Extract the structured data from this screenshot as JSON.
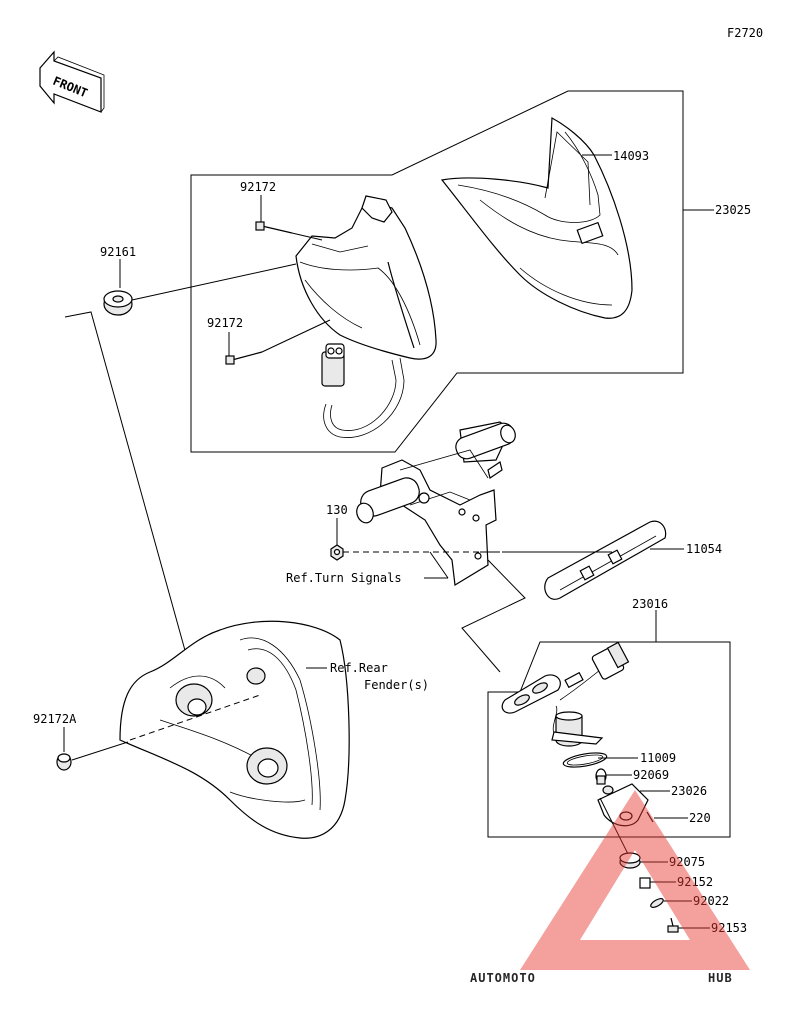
{
  "figure_code": "F2720",
  "front_label": "FRONT",
  "callouts": {
    "p14093": "14093",
    "p23025": "23025",
    "p92172_top": "92172",
    "p92172_mid": "92172",
    "p92161": "92161",
    "p130": "130",
    "p11054": "11054",
    "ref_turn_signals": "Ref.Turn Signals",
    "p23016": "23016",
    "ref_rear_line1": "Ref.Rear",
    "ref_rear_line2": "Fender(s)",
    "p92172A": "92172A",
    "p11009": "11009",
    "p92069": "92069",
    "p23026": "23026",
    "p220": "220",
    "p92075": "92075",
    "p92152": "92152",
    "p92022": "92022",
    "p92153": "92153"
  },
  "watermark": {
    "part1": "AUTOMOTO",
    "part2": "HUB",
    "colors": {
      "triangle": "#e8332a",
      "auto": "#f2b56b",
      "hub": "#6f6f6f"
    }
  }
}
